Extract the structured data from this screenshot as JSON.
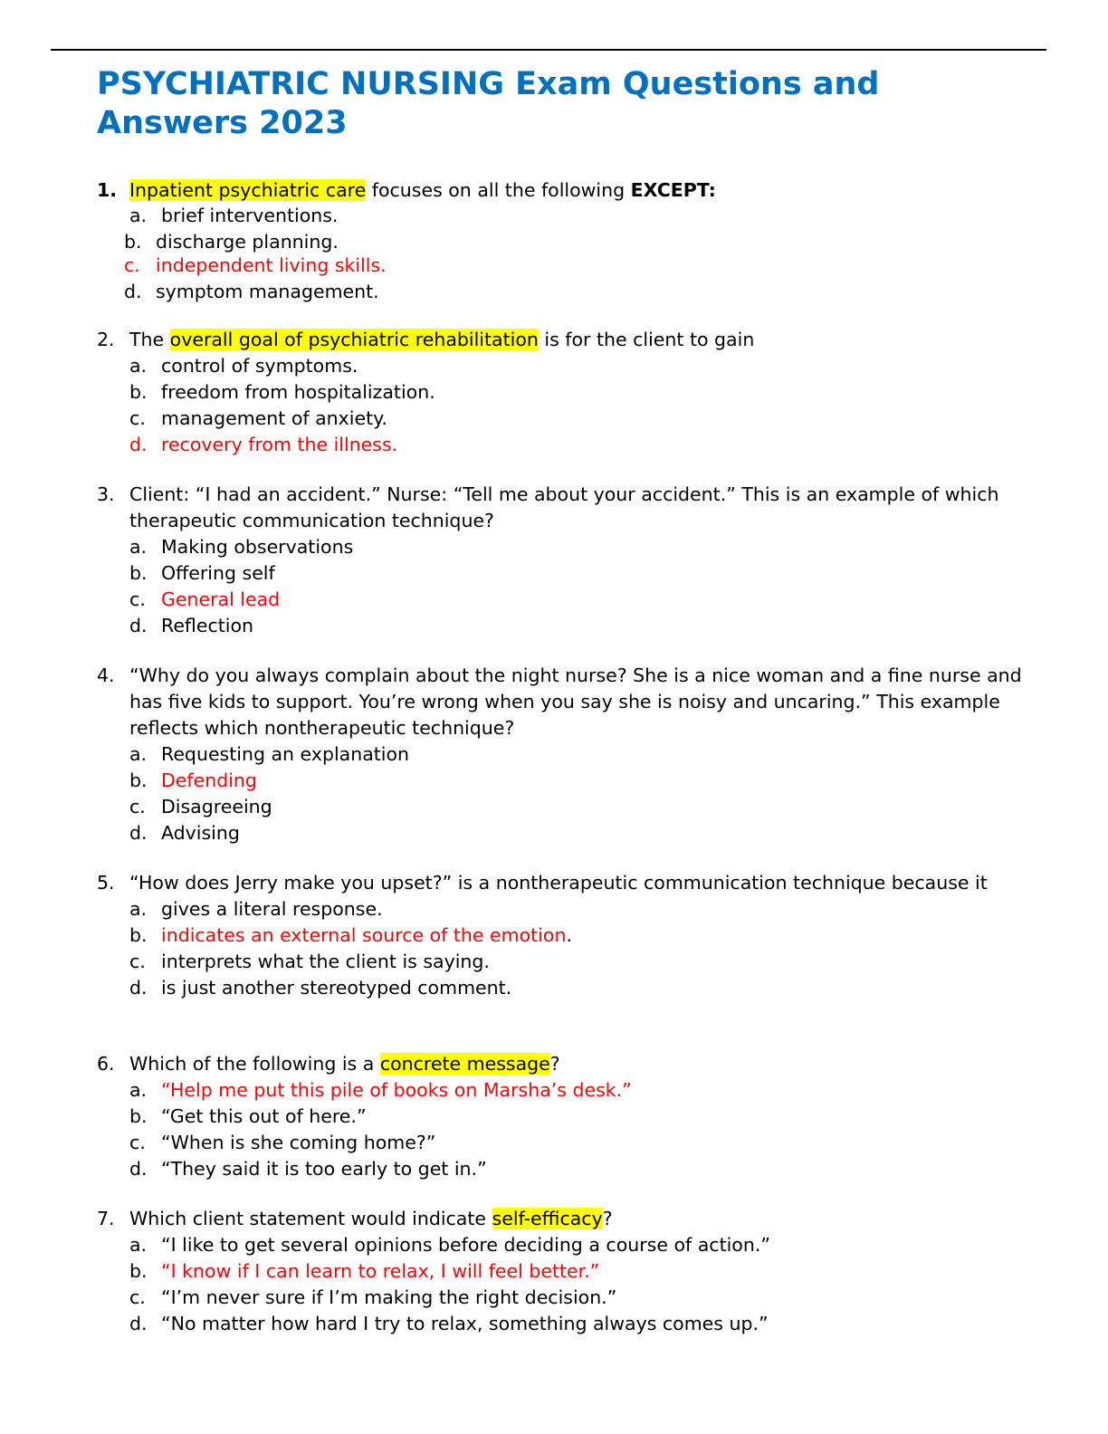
{
  "title": "PSYCHIATRIC NURSING Exam Questions and Answers 2023",
  "questions": [
    {
      "number": "1.",
      "stem_pre": "",
      "stem_highlight": "Inpatient psychiatric care",
      "stem_post": " focuses on all the following ",
      "stem_bold": "EXCEPT:",
      "options": [
        {
          "letter": "a.",
          "text": "brief interventions."
        },
        {
          "letter": "b.",
          "text": "discharge planning."
        },
        {
          "letter": "c.",
          "text": "independent living skills."
        },
        {
          "letter": "d.",
          "text": "symptom management."
        }
      ]
    },
    {
      "number": "2.",
      "stem_pre": "The ",
      "stem_highlight": "overall goal of psychiatric rehabilitation",
      "stem_post": " is for the client to gain",
      "options": [
        {
          "letter": "a.",
          "text": "control of symptoms."
        },
        {
          "letter": "b.",
          "text": "freedom from hospitalization."
        },
        {
          "letter": "c.",
          "text": "management of anxiety."
        },
        {
          "letter": "d.",
          "text": "recovery from the illness."
        }
      ]
    },
    {
      "number": "3.",
      "stem": "Client: “I had an accident.” Nurse: “Tell me about your accident.” This is an example of which therapeutic communication technique?",
      "options": [
        {
          "letter": "a.",
          "text": "Making observations"
        },
        {
          "letter": "b.",
          "text": "Offering self"
        },
        {
          "letter": "c.",
          "text": "General lead"
        },
        {
          "letter": "d.",
          "text": "Reflection"
        }
      ]
    },
    {
      "number": "4.",
      "stem": "“Why do you always complain about the night nurse? She is a nice woman and a fine nurse and has five kids to support. You’re wrong when you say she is noisy and uncaring.” This example reflects which nontherapeutic technique?",
      "options": [
        {
          "letter": "a.",
          "text": "Requesting an explanation"
        },
        {
          "letter": "b.",
          "text": "Defending"
        },
        {
          "letter": "c.",
          "text": "Disagreeing"
        },
        {
          "letter": "d.",
          "text": "Advising"
        }
      ]
    },
    {
      "number": "5.",
      "stem": "“How does Jerry make you upset?” is a nontherapeutic communication technique because it",
      "options": [
        {
          "letter": "a.",
          "text": "gives a literal response."
        },
        {
          "letter": "b.",
          "text": "indicates an external source of the emotion",
          "suffix": "."
        },
        {
          "letter": "c.",
          "text": "interprets what the client is saying."
        },
        {
          "letter": "d.",
          "text": "is just another stereotyped comment."
        }
      ]
    },
    {
      "number": "6.",
      "stem_pre": "Which of the following is a ",
      "stem_highlight": "concrete message",
      "stem_post": "?",
      "options": [
        {
          "letter": "a.",
          "text": "“Help me put this pile of books on Marsha’s desk.”"
        },
        {
          "letter": "b.",
          "text": "“Get this out of here.”"
        },
        {
          "letter": "c.",
          "text": "“When is she coming home?”"
        },
        {
          "letter": "d.",
          "text": "“They said it is too early to get in.”"
        }
      ]
    },
    {
      "number": "7.",
      "stem_pre": "Which client statement would indicate ",
      "stem_highlight": "self-efficacy",
      "stem_post": "?",
      "options": [
        {
          "letter": "a.",
          "text": "“I like to get several opinions before deciding a course of action.”"
        },
        {
          "letter": "b.",
          "text": "“I know if I can learn to relax, I will feel better.”"
        },
        {
          "letter": "c.",
          "text": "“I’m never sure if I’m making the right decision.”"
        },
        {
          "letter": "d.",
          "text": "“No matter how hard I try to relax, something always comes up.”"
        }
      ]
    }
  ]
}
